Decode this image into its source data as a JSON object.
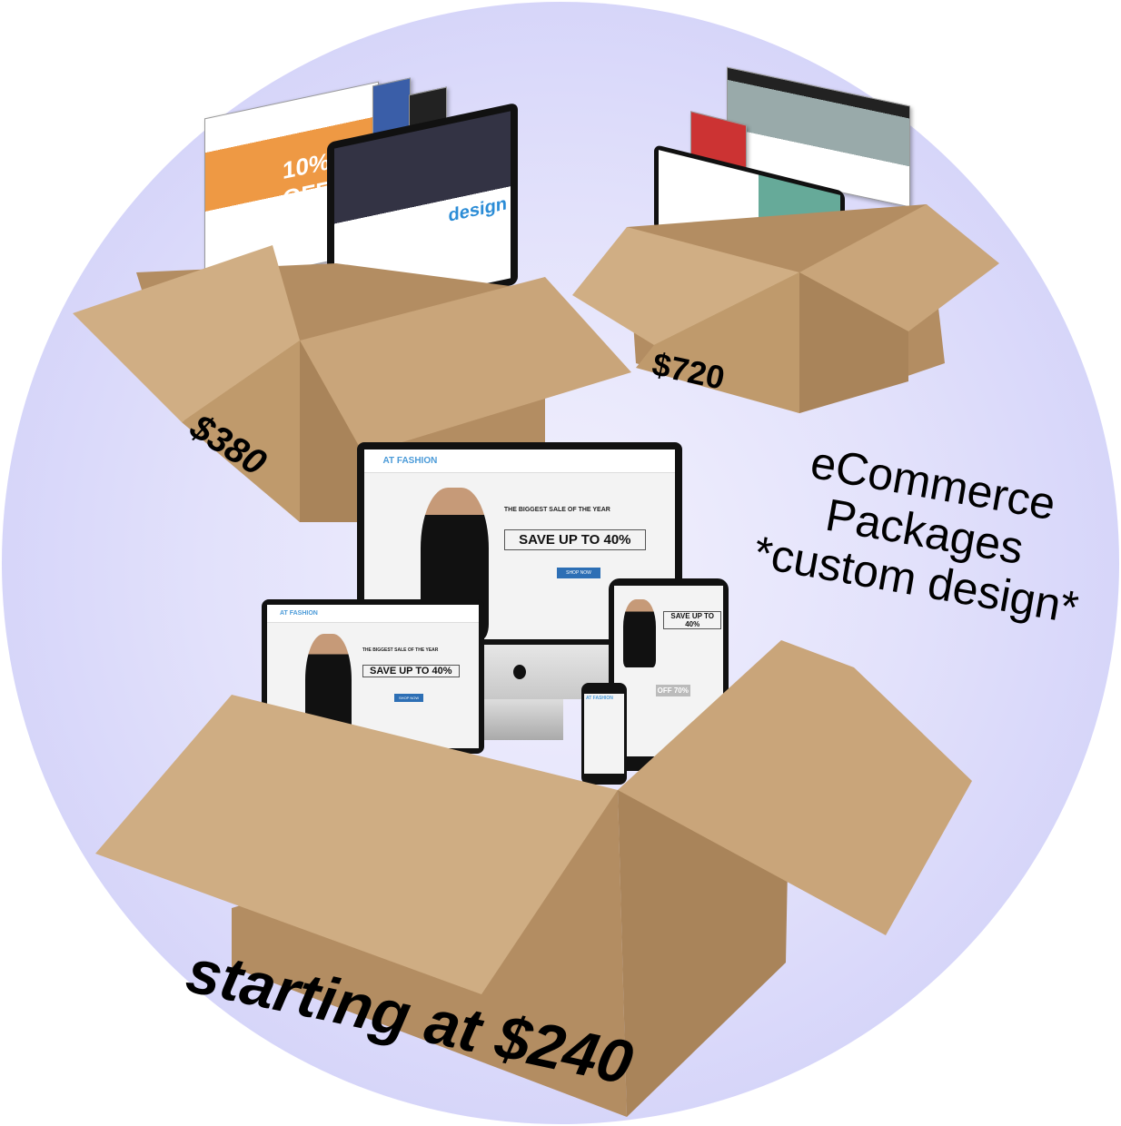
{
  "labels": {
    "price_small_left": "$380",
    "price_small_right": "$720",
    "title_line1": "eCommerce",
    "title_line2": "Packages",
    "title_line3": "*custom design*",
    "starting_price": "starting at $240"
  },
  "mockup": {
    "brand": "AT FASHION",
    "headline": "THE BIGGEST SALE OF THE YEAR",
    "offer": "SAVE UP TO 40%",
    "button": "SHOP NOW",
    "tablet_offer": "OFF 70%"
  },
  "top_left_screens": {
    "banner": "10% OFF",
    "monitor_text": "design"
  },
  "colors": {
    "circle": "#d6d5fa",
    "cardboard": "#c9a57a",
    "cardboard_dark": "#a9845a",
    "accent_blue": "#4a9ad8"
  }
}
